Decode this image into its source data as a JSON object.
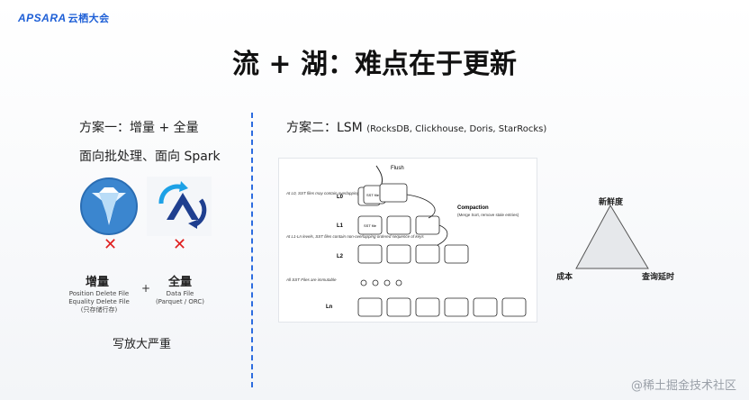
{
  "logo": {
    "text": "APSARA",
    "cn": "云栖大会"
  },
  "title": "流 + 湖：难点在于更新",
  "left": {
    "heading": "方案一：增量 + 全量",
    "subheading": "面向批处理、面向 Spark",
    "cross": "✕",
    "incremental": {
      "label": "增量",
      "lines": [
        "Position Delete File",
        "Equality Delete File",
        "(只存储行存)"
      ]
    },
    "plus": "+",
    "full": {
      "label": "全量",
      "lines": [
        "Data File",
        "(Parquet / ORC)"
      ]
    },
    "conclusion": "写放大严重"
  },
  "right": {
    "heading": "方案二：LSM",
    "heading_note": "(RocksDB, Clickhouse, Doris, StarRocks)",
    "lsm": {
      "flush": "Flush",
      "levels": [
        "L0",
        "L1",
        "L2",
        "Ln"
      ],
      "sst_label": "SST file",
      "notes": [
        "At L0, SST files may contain overlapping key ranges",
        "At L1-Ln levels, SST files contain non-overlapping ordered sequence of keys",
        "All SST Files are immutable"
      ],
      "compaction_title": "Compaction",
      "compaction_detail": "(Merge Sort, remove stale entries)"
    },
    "triangle": {
      "top": "新鲜度",
      "left": "成本",
      "right": "查询延时"
    }
  },
  "watermark": "@稀土掘金技术社区"
}
